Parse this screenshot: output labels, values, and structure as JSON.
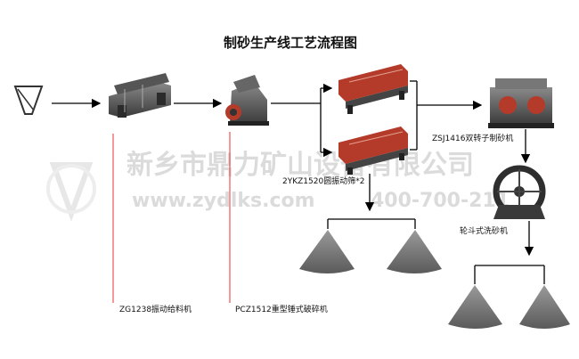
{
  "title": "制砂生产线工艺流程图",
  "labels": {
    "feeder": "ZG1238振动给料机",
    "crusher": "PCZ1512重型锤式破碎机",
    "screen": "2YKZ1520圆振动筛*2",
    "sand_maker": "ZSJ1416双转子制砂机",
    "washer": "轮斗式洗砂机"
  },
  "watermark": {
    "company": "新乡市鼎力矿山设备有限公司",
    "website": "www.zydlks.com",
    "phone": "400-700-211"
  },
  "colors": {
    "arrow": "#000000",
    "leader": "#e83030",
    "machine_dark": "#3b3b3b",
    "machine_red": "#b43a2a",
    "sand_pile": "#6e6e6e",
    "watermark": "#c8c8c8"
  },
  "icons": [
    "hopper-icon",
    "vibrating-feeder-icon",
    "hammer-crusher-icon",
    "vibrating-screen-icon",
    "sand-maker-icon",
    "wheel-washer-icon",
    "sand-pile-icon",
    "logo-icon"
  ]
}
